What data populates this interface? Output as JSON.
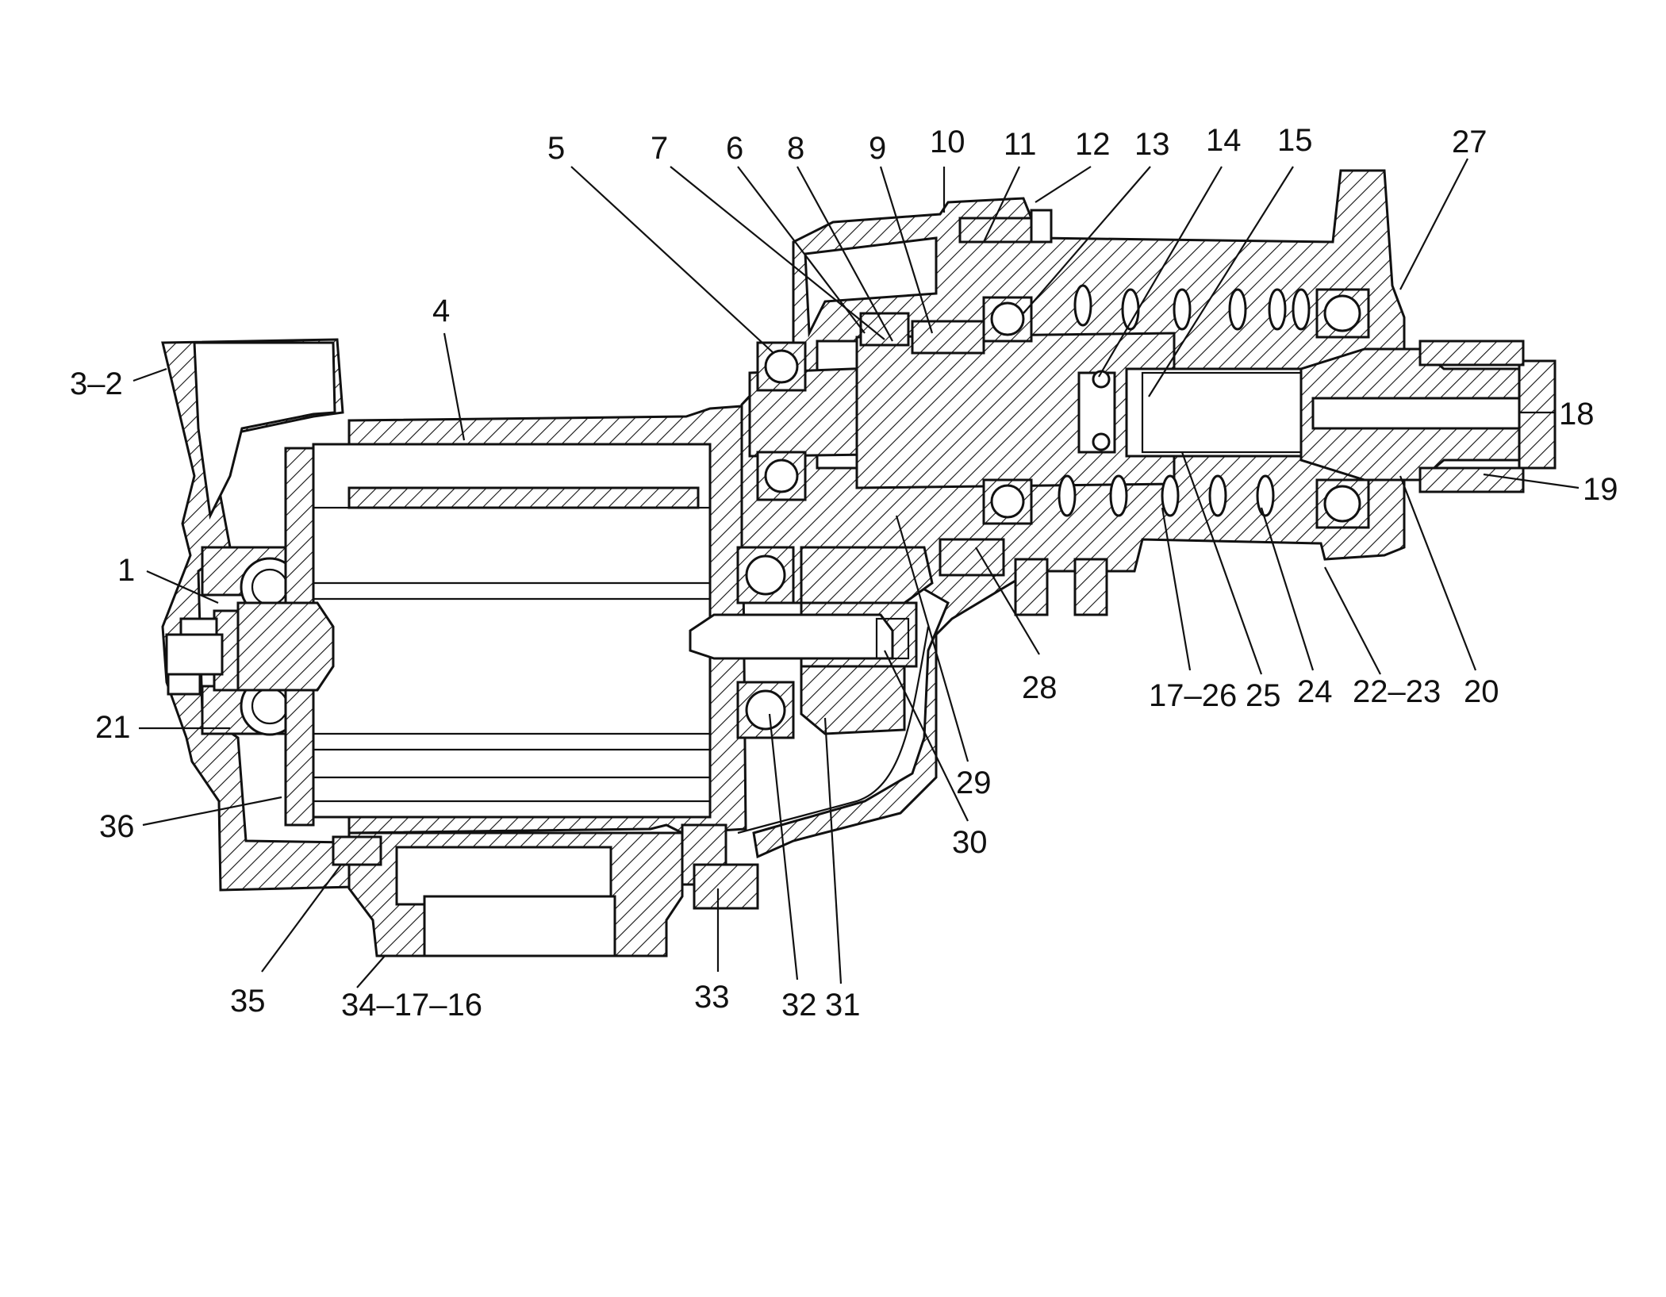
{
  "figure": {
    "type": "cross-section drawing",
    "ink_color": "#111111",
    "background_color": "#ffffff",
    "callouts": [
      {
        "id": "c-3-2",
        "text": "3–2"
      },
      {
        "id": "c-4",
        "text": "4"
      },
      {
        "id": "c-5",
        "text": "5"
      },
      {
        "id": "c-7",
        "text": "7"
      },
      {
        "id": "c-6",
        "text": "6"
      },
      {
        "id": "c-8",
        "text": "8"
      },
      {
        "id": "c-9",
        "text": "9"
      },
      {
        "id": "c-10",
        "text": "10"
      },
      {
        "id": "c-11",
        "text": "11"
      },
      {
        "id": "c-12",
        "text": "12"
      },
      {
        "id": "c-13",
        "text": "13"
      },
      {
        "id": "c-14",
        "text": "14"
      },
      {
        "id": "c-15",
        "text": "15"
      },
      {
        "id": "c-27",
        "text": "27"
      },
      {
        "id": "c-18",
        "text": "18"
      },
      {
        "id": "c-19",
        "text": "19"
      },
      {
        "id": "c-1",
        "text": "1"
      },
      {
        "id": "c-21",
        "text": "21"
      },
      {
        "id": "c-36",
        "text": "36"
      },
      {
        "id": "c-35",
        "text": "35"
      },
      {
        "id": "c-34-17-16",
        "text": "34–17–16"
      },
      {
        "id": "c-33",
        "text": "33"
      },
      {
        "id": "c-32",
        "text": "32"
      },
      {
        "id": "c-31",
        "text": "31"
      },
      {
        "id": "c-30",
        "text": "30"
      },
      {
        "id": "c-29",
        "text": "29"
      },
      {
        "id": "c-28",
        "text": "28"
      },
      {
        "id": "c-17-26",
        "text": "17–26"
      },
      {
        "id": "c-25",
        "text": "25"
      },
      {
        "id": "c-24",
        "text": "24"
      },
      {
        "id": "c-22-23",
        "text": "22–23"
      },
      {
        "id": "c-20",
        "text": "20"
      }
    ]
  }
}
